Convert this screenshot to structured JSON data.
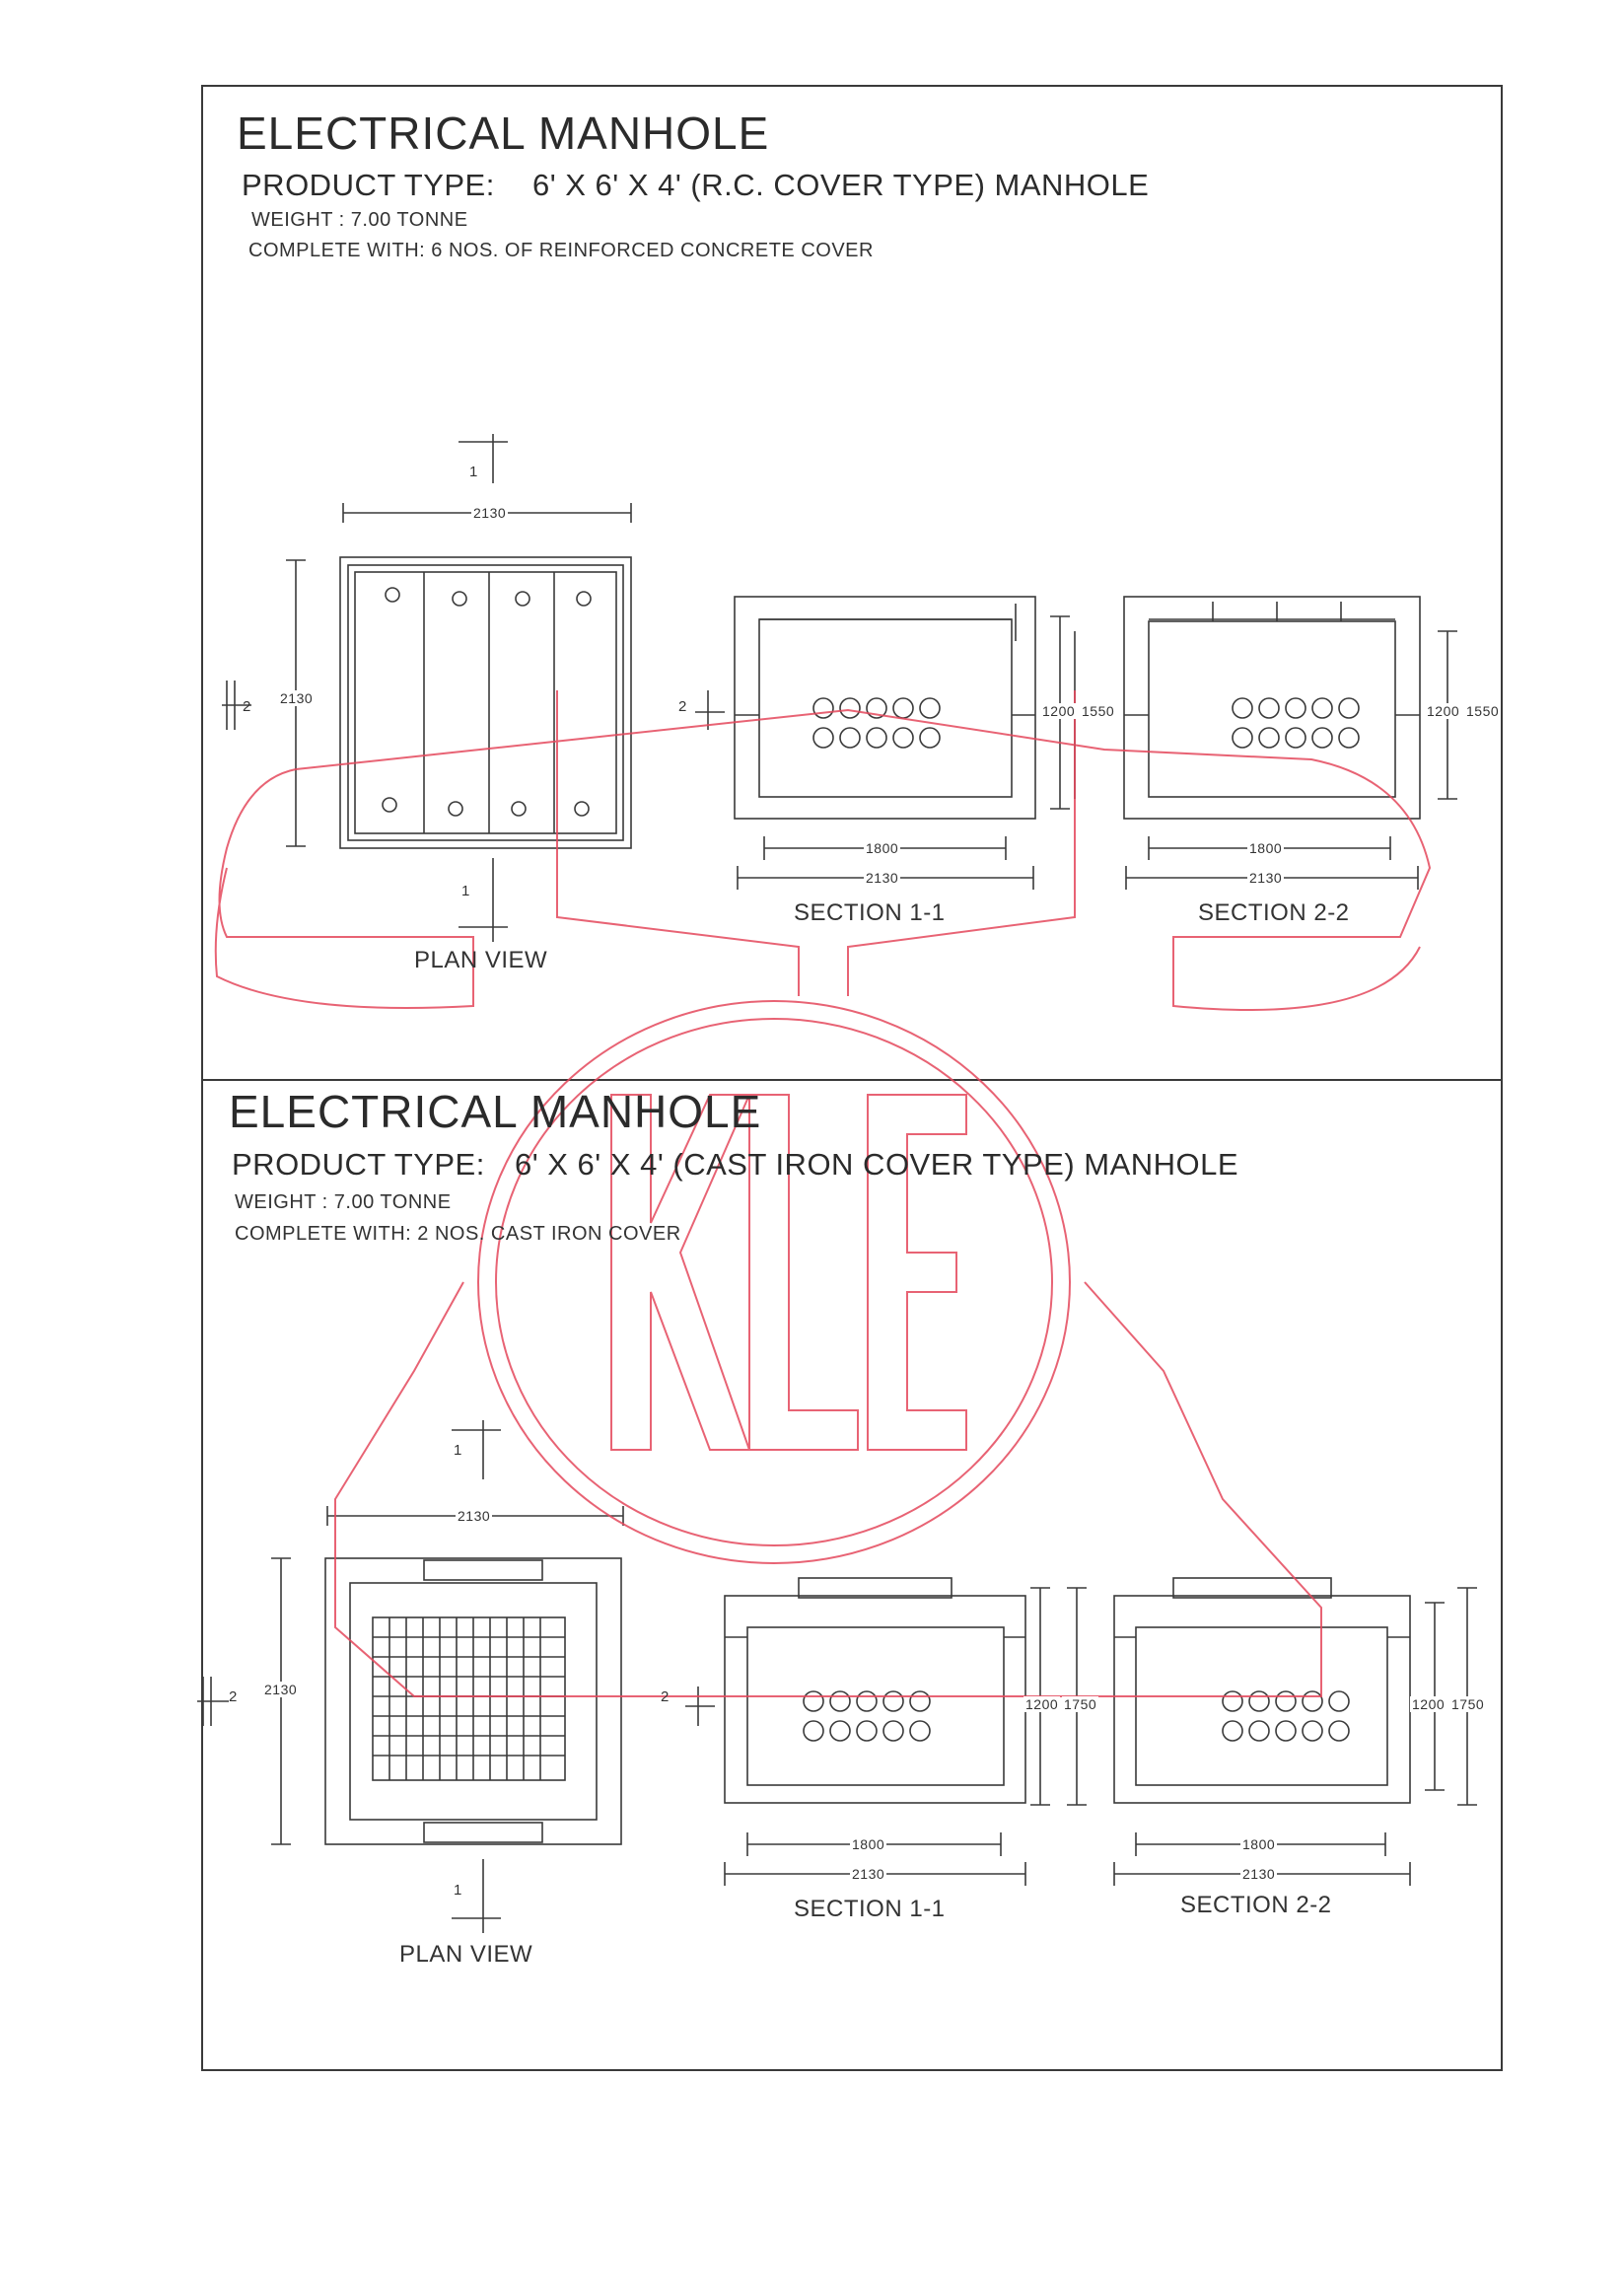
{
  "sheets": [
    {
      "title": "ELECTRICAL MANHOLE",
      "product_type_label": "PRODUCT TYPE:",
      "product_type": "6' X 6' X 4' (R.C. COVER TYPE) MANHOLE",
      "weight": "WEIGHT :   7.00 TONNE",
      "complete_with": "COMPLETE WITH:   6 NOS. OF REINFORCED CONCRETE COVER",
      "plan_view": "PLAN VIEW",
      "section_1": "SECTION 1-1",
      "section_2": "SECTION 2-2",
      "dims": {
        "d2130": "2130",
        "d1800": "1800",
        "d1200": "1200",
        "d_depth": "1550",
        "mark1": "1",
        "mark2": "2"
      }
    },
    {
      "title": "ELECTRICAL MANHOLE",
      "product_type_label": "PRODUCT TYPE:",
      "product_type": "6' X 6' X 4' (CAST IRON COVER TYPE) MANHOLE",
      "weight": "WEIGHT :   7.00 TONNE",
      "complete_with": "COMPLETE WITH:   2 NOS. CAST IRON COVER",
      "plan_view": "PLAN VIEW",
      "section_1": "SECTION 1-1",
      "section_2": "SECTION 2-2",
      "dims": {
        "d2130": "2130",
        "d1800": "1800",
        "d1200": "1200",
        "d_depth": "1750",
        "mark1": "1",
        "mark2": "2"
      }
    }
  ],
  "colors": {
    "line": "#3a3a3a",
    "watermark": "#e4485c"
  }
}
